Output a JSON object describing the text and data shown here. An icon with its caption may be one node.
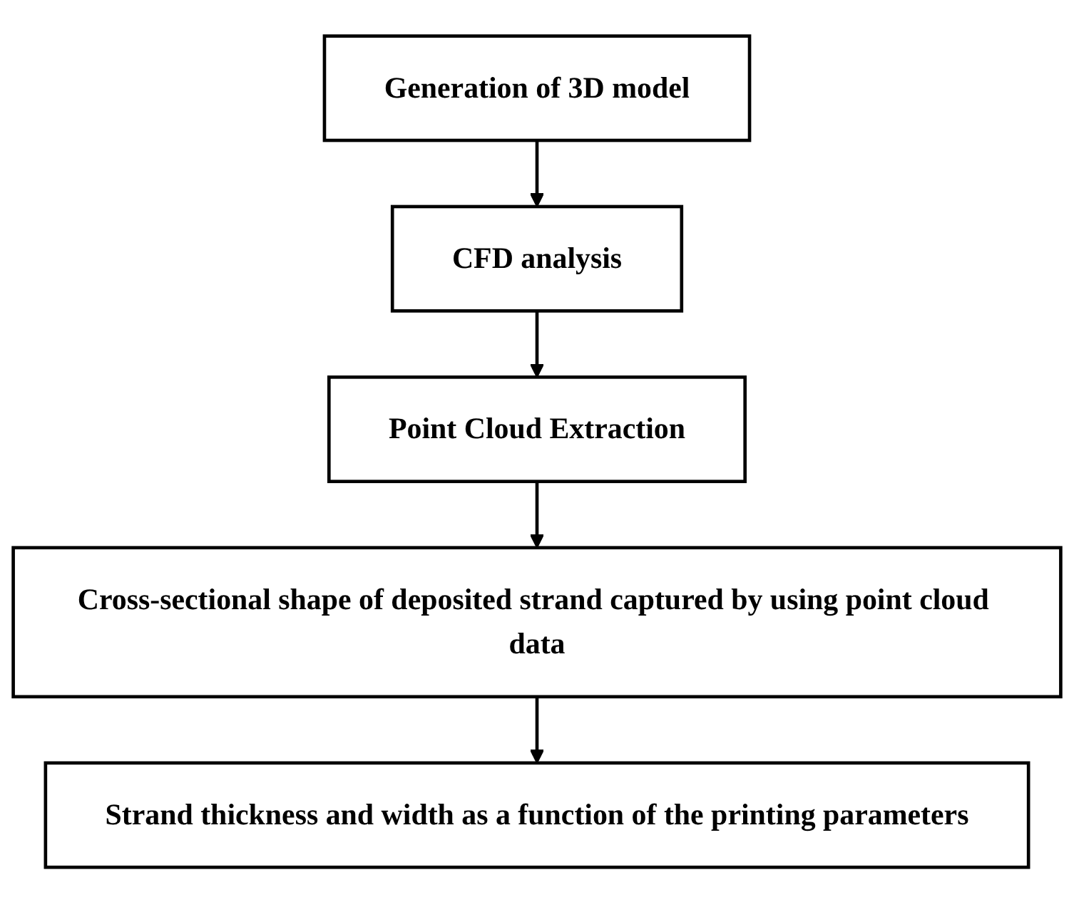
{
  "diagram": {
    "nodes": [
      {
        "text": [
          "Generation of 3D model"
        ]
      },
      {
        "text": [
          "CFD analysis"
        ]
      },
      {
        "text": [
          "Point Cloud Extraction"
        ]
      },
      {
        "text": [
          "Cross-sectional shape of deposited strand captured by using point cloud data"
        ]
      },
      {
        "text": [
          "Strand thickness and width as a function of the printing parameters"
        ]
      }
    ],
    "edges": [
      {
        "from": 0,
        "to": 1,
        "arrow": "to"
      },
      {
        "from": 1,
        "to": 2,
        "arrow": "to"
      },
      {
        "from": 2,
        "to": 3,
        "arrow": "to"
      },
      {
        "from": 3,
        "to": 4,
        "arrow": "to"
      }
    ]
  }
}
